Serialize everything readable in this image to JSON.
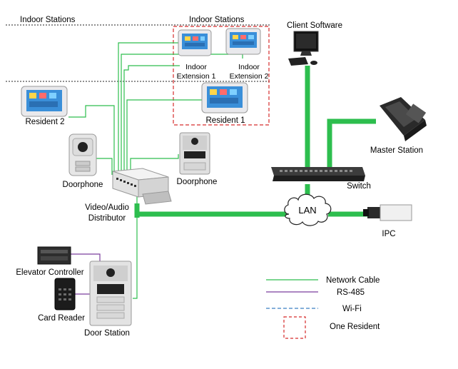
{
  "labels": {
    "indoor_stations_left": "Indoor Stations",
    "indoor_stations_top": "Indoor Stations",
    "indoor_ext1_line1": "Indoor",
    "indoor_ext1_line2": "Extension 1",
    "indoor_ext2_line1": "Indoor",
    "indoor_ext2_line2": "Extension 2",
    "resident1": "Resident 1",
    "resident2": "Resident 2",
    "client_software": "Client Software",
    "master_station": "Master Station",
    "switch": "Switch",
    "doorphone_left": "Doorphone",
    "doorphone_right": "Doorphone",
    "distributor_line1": "Video/Audio",
    "distributor_line2": "Distributor",
    "lan": "LAN",
    "ipc": "IPC",
    "elevator_controller": "Elevator Controller",
    "card_reader": "Card Reader",
    "door_station": "Door Station"
  },
  "legend": [
    {
      "label": "Network Cable",
      "style": "network-cable"
    },
    {
      "label": "RS-485",
      "style": "rs485"
    },
    {
      "label": "Wi-Fi",
      "style": "wifi"
    },
    {
      "label": "One Resident",
      "style": "one-resident"
    }
  ],
  "colors": {
    "network_cable": "#2dbe4e",
    "rs485": "#7b3f9e",
    "wifi": "#3a7fc2",
    "resident_box": "#d62c2c"
  }
}
